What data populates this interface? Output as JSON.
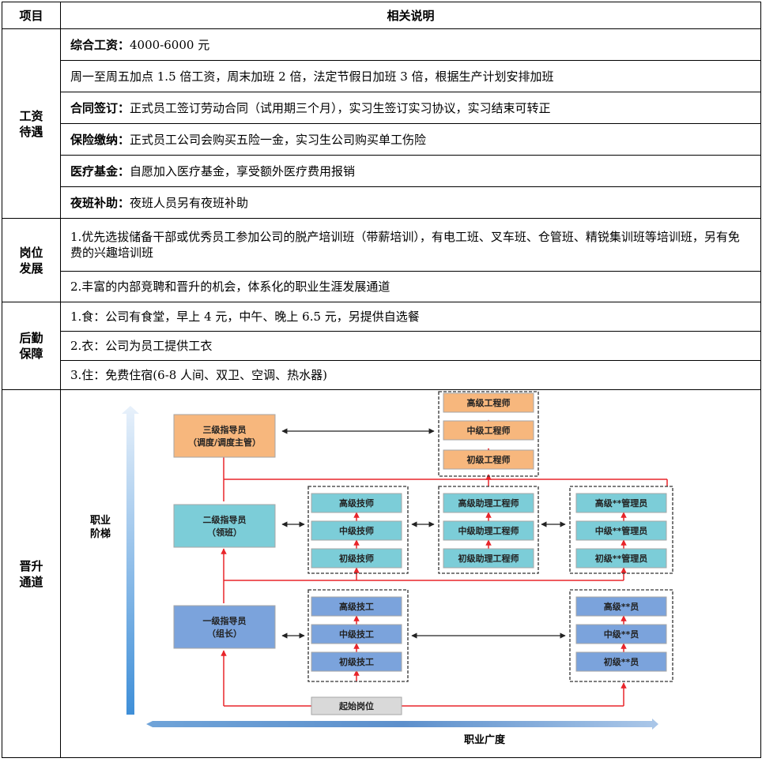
{
  "header": {
    "col1": "项目",
    "col2": "相关说明"
  },
  "salary": {
    "category": [
      "工资",
      "待遇"
    ],
    "r1_key": "综合工资：",
    "r1_val": "4000-6000 元",
    "r2": "周一至周五加点 1.5 倍工资，周末加班 2 倍，法定节假日加班 3 倍，根据生产计划安排加班",
    "r3_key": "合同签订：",
    "r3_val": "正式员工签订劳动合同（试用期三个月），实习生签订实习协议，实习结束可转正",
    "r4_key": "保险缴纳：",
    "r4_val": "正式员工公司会购买五险一金，实习生公司购买单工伤险",
    "r5_key": "医疗基金：",
    "r5_val": "自愿加入医疗基金，享受额外医疗费用报销",
    "r6_key": "夜班补助：",
    "r6_val": "夜班人员另有夜班补助"
  },
  "development": {
    "category": [
      "岗位",
      "发展"
    ],
    "r1": "1.优先选拔储备干部或优秀员工参加公司的脱产培训班（带薪培训），有电工班、叉车班、仓管班、精锐集训班等培训班，另有免费的兴趣培训班",
    "r2": "2.丰富的内部竞聘和晋升的机会，体系化的职业生涯发展通道"
  },
  "logistics": {
    "category": [
      "后勤",
      "保障"
    ],
    "r1": "1.食：公司有食堂，早上 4 元，中午、晚上 6.5 元，另提供自选餐",
    "r2": "2.衣：公司为员工提供工衣",
    "r3": "3.住：免费住宿(6-8 人间、双卫、空调、热水器)"
  },
  "promotion": {
    "category": [
      "晋升",
      "通道"
    ],
    "diagram": {
      "y_axis": [
        "职业",
        "阶梯"
      ],
      "x_axis": "职业广度",
      "supervisor3": [
        "三级指导员",
        "（调度/调度主管）"
      ],
      "supervisor2": [
        "二级指导员",
        "（领班）"
      ],
      "supervisor1": [
        "一级指导员",
        "（组长）"
      ],
      "engineers": [
        "高级工程师",
        "中级工程师",
        "初级工程师"
      ],
      "technicians": [
        "高级技师",
        "中级技师",
        "初级技师"
      ],
      "asst_engineers": [
        "高级助理工程师",
        "中级助理工程师",
        "初级助理工程师"
      ],
      "managers": [
        "高级**管理员",
        "中级**管理员",
        "初级**管理员"
      ],
      "workers": [
        "高级技工",
        "中级技工",
        "初级技工"
      ],
      "staff": [
        "高级**员",
        "中级**员",
        "初级**员"
      ],
      "start": "起始岗位"
    }
  },
  "colors": {
    "orange": "#F7B77D",
    "teal": "#7CCDD8",
    "blue": "#7BA3DC",
    "gray": "#D9D9D9",
    "red": "#E8252A"
  }
}
